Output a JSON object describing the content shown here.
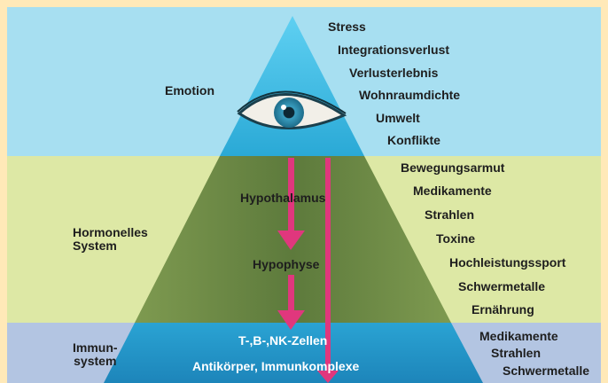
{
  "levels": {
    "emotion": {
      "title": "Emotion",
      "factors": [
        "Stress",
        "Integrationsverlust",
        "Verlusterlebnis",
        "Wohnraumdichte",
        "Umwelt",
        "Konflikte"
      ],
      "color": "#a7dff1"
    },
    "hormonal": {
      "title": "Hormonelles\nSystem",
      "inside": [
        "Hypothalamus",
        "Hypophyse"
      ],
      "factors": [
        "Bewegungsarmut",
        "Medikamente",
        "Strahlen",
        "Toxine",
        "Hochleistungssport",
        "Schwermetalle",
        "Ernährung"
      ],
      "color": "#dde8a5"
    },
    "immune": {
      "title": "Immun-\nsystem",
      "inside": [
        "T-,B-,NK-Zellen",
        "Antikörper, Immunkomplexe"
      ],
      "factors": [
        "Medikamente",
        "Strahlen",
        "Schwermetalle"
      ],
      "color": "#b3c5e2"
    }
  },
  "colors": {
    "arrow": "#e0377d",
    "pyramid_top": "#2db4e0",
    "pyramid_mid": "#6f8446",
    "pyramid_bottom": "#1f90c2",
    "eye_iris": "#2e8fb0"
  },
  "icons": {
    "eye": "eye-icon",
    "arrow": "down-arrow-icon"
  }
}
